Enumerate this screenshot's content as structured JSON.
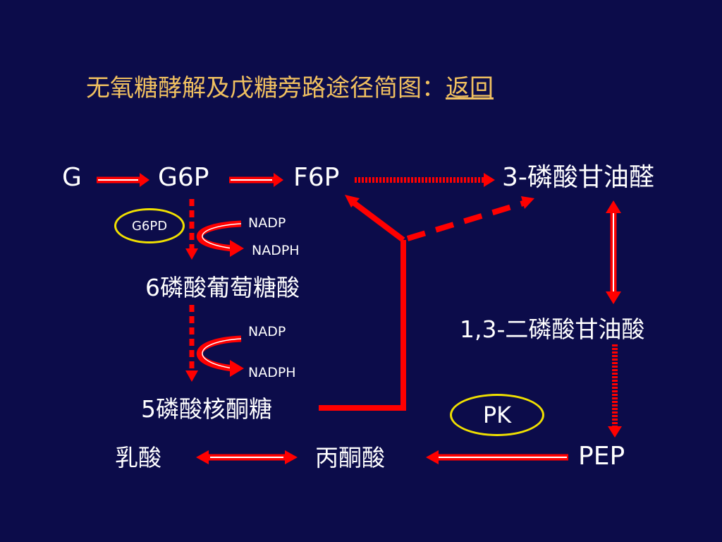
{
  "title": {
    "text": "无氧糖酵解及戊糖旁路途径简图：",
    "link": "返回"
  },
  "nodes": {
    "g": "G",
    "g6p": "G6P",
    "f6p": "F6P",
    "three_phospho_glyceraldehyde": "3-磷酸甘油醛",
    "six_phosphogluconate": "6磷酸葡萄糖酸",
    "one_three_bisphosphoglycerate": "1,3-二磷酸甘油酸",
    "ribulose_5_phosphate": "5磷酸核酮糖",
    "pep": "PEP",
    "lactate": "乳酸",
    "pyruvate": "丙酮酸"
  },
  "cofactors": {
    "nadp_1": "NADP",
    "nadph_1": "NADPH",
    "nadp_2": "NADP",
    "nadph_2": "NADPH"
  },
  "enzymes": {
    "g6pd": "G6PD",
    "pk": "PK"
  },
  "colors": {
    "background": "#0c0c4a",
    "arrow": "#ff0000",
    "title": "#f0c060",
    "enzyme_ring": "#f0e000",
    "text": "#ffffff"
  }
}
